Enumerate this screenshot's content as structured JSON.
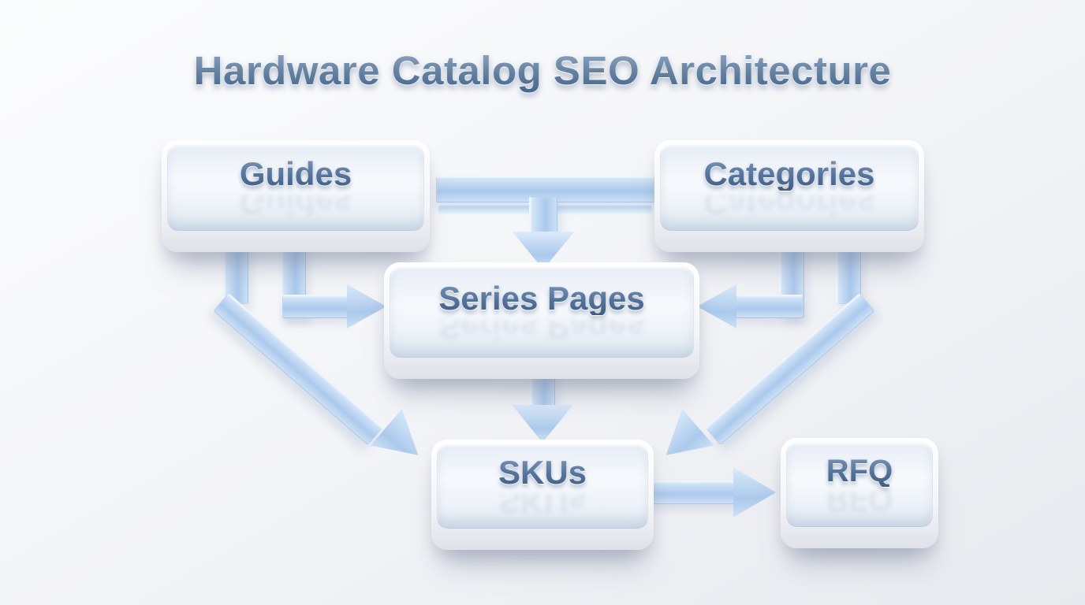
{
  "title": "Hardware Catalog SEO Architecture",
  "diagram_type": "flowchart",
  "theme": {
    "bg-top": "#fbfcfd",
    "bg-bottom": "#e7e9ee",
    "glass-mid": "#abc9ec",
    "node-text": "#4b6a90",
    "title-text": "#5f7ca2"
  },
  "nodes": {
    "guides": {
      "label": "Guides"
    },
    "categories": {
      "label": "Categories"
    },
    "series": {
      "label": "Series Pages"
    },
    "skus": {
      "label": "SKUs"
    },
    "rfq": {
      "label": "RFQ"
    }
  },
  "edges": [
    {
      "from": "Guides",
      "to": "Categories",
      "style": "horizontal-bar"
    },
    {
      "from": "Guides/Categories bar",
      "to": "Series Pages",
      "style": "arrow-down"
    },
    {
      "from": "Guides",
      "to": "Series Pages",
      "style": "elbow-arrow-right"
    },
    {
      "from": "Guides",
      "to": "SKUs",
      "style": "diagonal-arrow-down-right"
    },
    {
      "from": "Categories",
      "to": "Series Pages",
      "style": "elbow-arrow-left"
    },
    {
      "from": "Categories",
      "to": "SKUs",
      "style": "diagonal-arrow-down-left"
    },
    {
      "from": "Series Pages",
      "to": "SKUs",
      "style": "arrow-down"
    },
    {
      "from": "SKUs",
      "to": "RFQ",
      "style": "arrow-right"
    }
  ]
}
